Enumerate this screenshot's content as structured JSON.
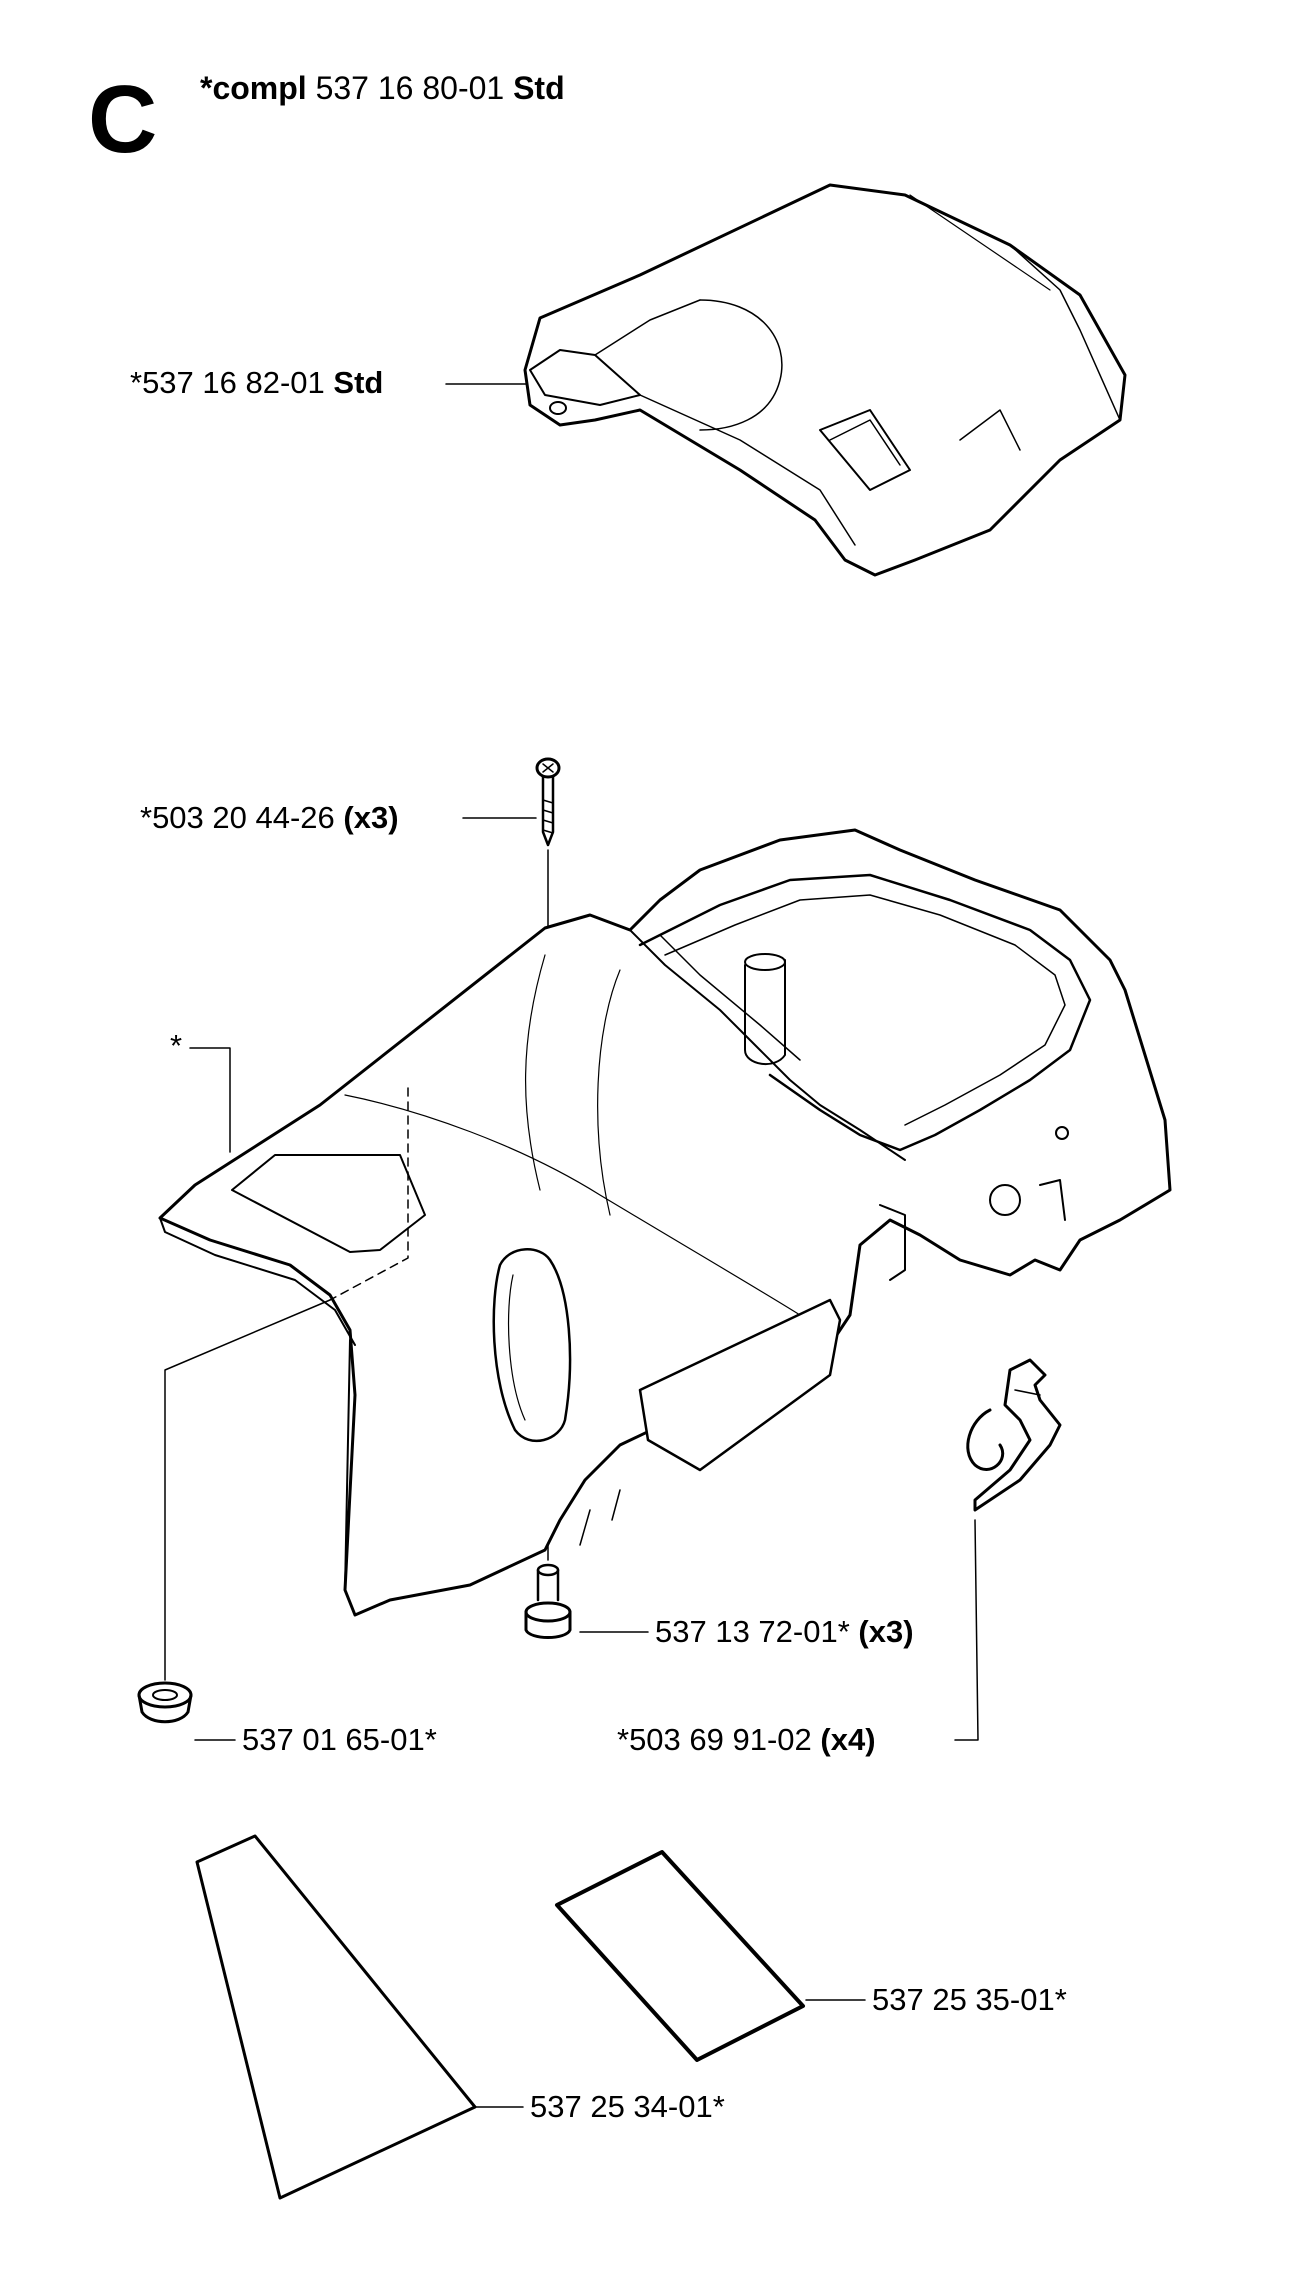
{
  "section": {
    "letter": "C",
    "header_prefix": "*compl",
    "header_number": "537 16 80-01",
    "header_suffix": "Std"
  },
  "labels": {
    "cover": {
      "number": "*537 16 82-01",
      "suffix": "Std"
    },
    "screw": {
      "number": "*503 20 44-26",
      "qty": "(x3)"
    },
    "star": {
      "text": "*"
    },
    "bushing": {
      "number": "537 13 72-01*",
      "qty": "(x3)"
    },
    "plug": {
      "number": "537 01 65-01*"
    },
    "clip": {
      "number": "*503 69 91-02",
      "qty": "(x4)"
    },
    "decal_right": {
      "number": "537 25 35-01*"
    },
    "decal_left": {
      "number": "537 25 34-01*"
    }
  }
}
